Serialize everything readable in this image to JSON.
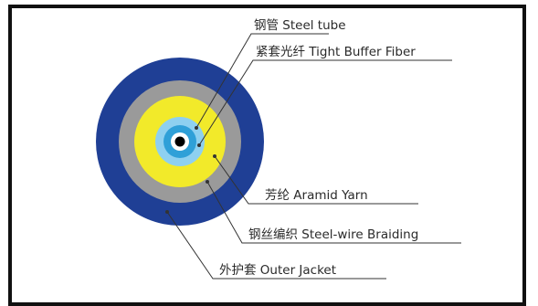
{
  "diagram": {
    "labels": {
      "steel_tube": "钢管  Steel tube",
      "tight_buffer_fiber": "紧套光纤  Tight Buffer Fiber",
      "aramid_yarn": "芳纶  Aramid Yarn",
      "steel_wire_braiding": "钢丝编织  Steel-wire Braiding",
      "outer_jacket": "外护套  Outer Jacket"
    },
    "colors": {
      "outer_jacket": "#1f3f95",
      "steel_wire_braiding": "#9a9a9a",
      "aramid_yarn": "#f2ea2a",
      "steel_tube": "#8ed0f0",
      "tight_buffer": "#2fa0d8",
      "fiber_core": "#000000",
      "fiber_highlight": "#ffffff",
      "leader_line": "#333333",
      "frame": "#111111"
    }
  }
}
